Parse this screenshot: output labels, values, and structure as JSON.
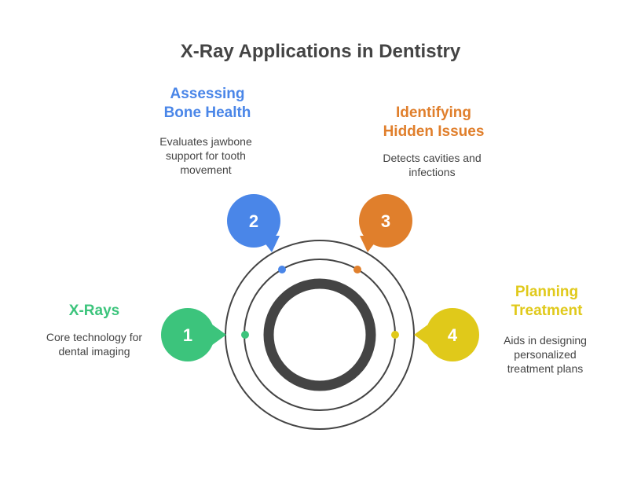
{
  "title": "X-Ray Applications in Dentistry",
  "colors": {
    "green": "#3cc47c",
    "blue": "#4a86e8",
    "orange": "#e07f2c",
    "yellow": "#e0c91a",
    "ring": "#444444"
  },
  "steps": [
    {
      "number": "1",
      "heading": "X-Rays",
      "description": "Core technology for\ndental imaging",
      "color": "green"
    },
    {
      "number": "2",
      "heading": "Assessing\nBone Health",
      "description": "Evaluates jawbone\nsupport for tooth\nmovement",
      "color": "blue"
    },
    {
      "number": "3",
      "heading": "Identifying\nHidden Issues",
      "description": "Detects cavities and\ninfections",
      "color": "orange"
    },
    {
      "number": "4",
      "heading": "Planning\nTreatment",
      "description": "Aids in designing\npersonalized\ntreatment plans",
      "color": "yellow"
    }
  ]
}
